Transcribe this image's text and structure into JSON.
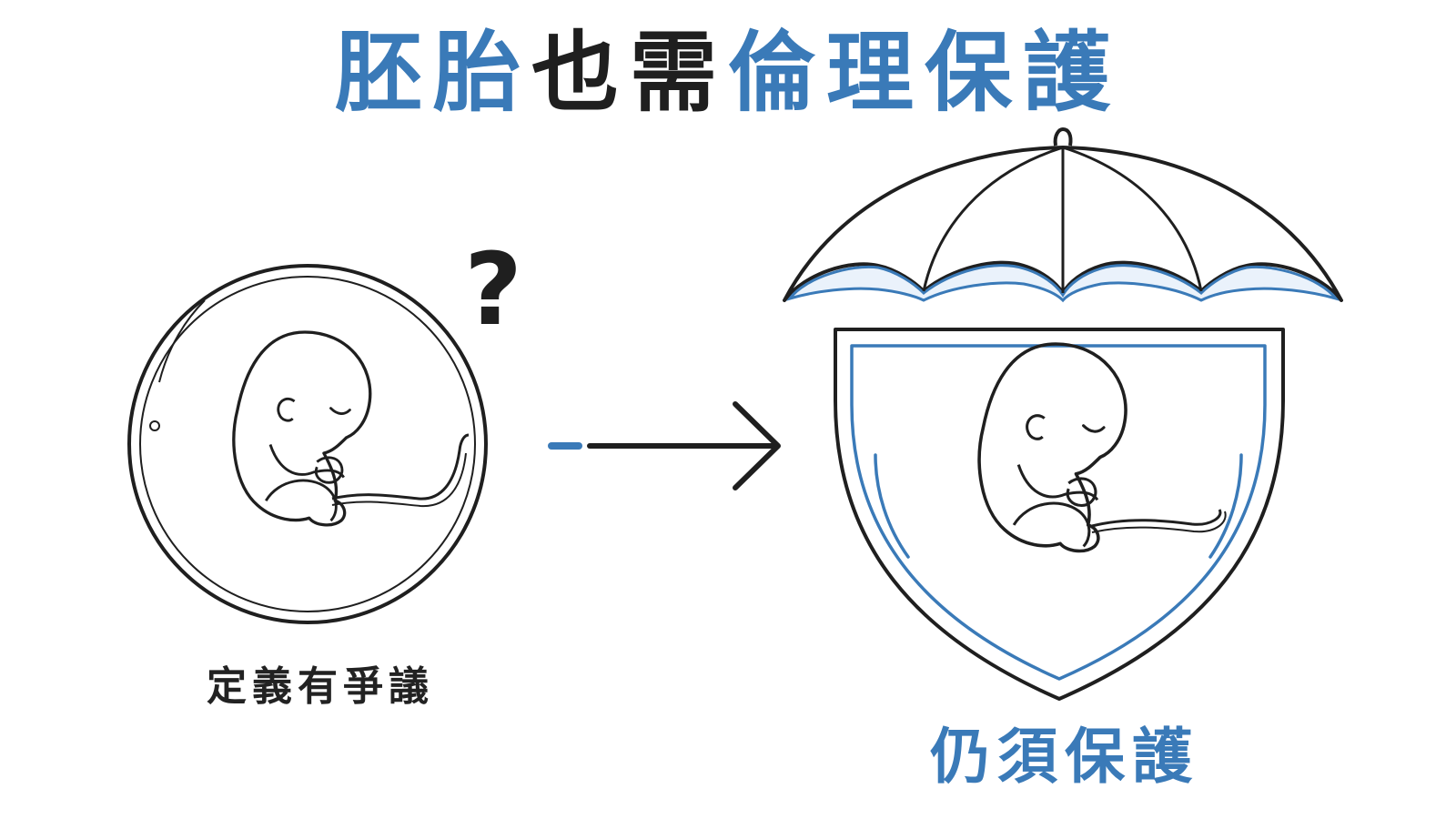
{
  "title": {
    "part1": "胚胎",
    "part2": "也需",
    "part3": "倫理保護"
  },
  "left": {
    "symbol": "?",
    "icon": "embryo-in-circle-icon",
    "caption": "定義有爭議"
  },
  "right": {
    "icon": "embryo-under-umbrella-shield-icon",
    "caption": "仍須保護"
  },
  "colors": {
    "accent": "#3a7ab8",
    "ink": "#1f1f1f",
    "umbrella_fill": "#eaf2fb"
  }
}
